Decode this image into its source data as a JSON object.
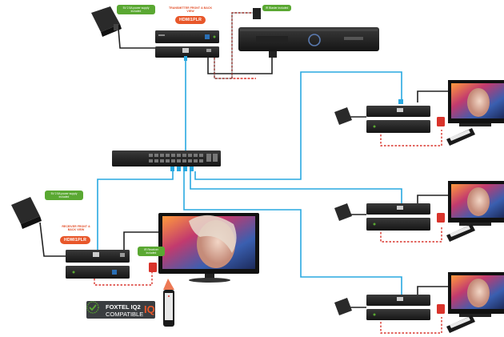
{
  "transmitter": {
    "power_label": "5V 2.5A power supply included",
    "caption": "TRANSMITTER FRONT & BACK VIEW",
    "model": "HDMI1PLR"
  },
  "source_device": {
    "ir_label": "IR Blaster included"
  },
  "receiver": {
    "power_label": "5V 2.5A power supply included",
    "caption": "RECEIVER FRONT & BACK VIEW",
    "model": "HDMI1PLR",
    "ir_label": "IR Receiver included"
  },
  "badge": {
    "line1": "FOXTEL IQ2",
    "line2": "COMPATIBLE",
    "mark": "IQ"
  },
  "icons": [
    "power-adapter-icon",
    "network-switch-icon",
    "set-top-box-icon",
    "tv-icon",
    "remote-control-icon",
    "check-icon"
  ],
  "colors": {
    "cat_cable": "#29a9e1",
    "hdmi_cable": "#222222",
    "ir_cable_dash": "#d9332b",
    "label_green": "#5aa832",
    "accent_orange": "#e8572a"
  }
}
